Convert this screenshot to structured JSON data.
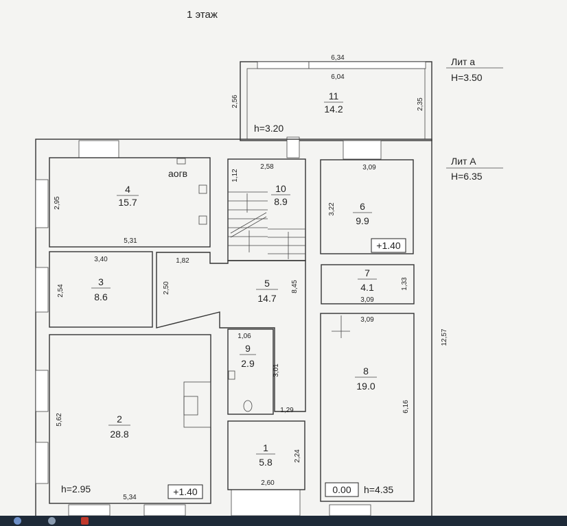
{
  "floor_title": "1 этаж",
  "lit_a_small": {
    "name": "Лит а",
    "height": "H=3.50"
  },
  "lit_a_big": {
    "name": "Лит А",
    "height": "H=6.35"
  },
  "rooms": [
    {
      "num": "11",
      "area": "14.2"
    },
    {
      "num": "4",
      "area": "15.7"
    },
    {
      "num": "10",
      "area": "8.9"
    },
    {
      "num": "6",
      "area": "9.9"
    },
    {
      "num": "3",
      "area": "8.6"
    },
    {
      "num": "5",
      "area": "14.7"
    },
    {
      "num": "7",
      "area": "4.1"
    },
    {
      "num": "9",
      "area": "2.9"
    },
    {
      "num": "8",
      "area": "19.0"
    },
    {
      "num": "2",
      "area": "28.8"
    },
    {
      "num": "1",
      "area": "5.8"
    }
  ],
  "dimensions": {
    "d634": "6,34",
    "d604": "6,04",
    "d256": "2,56",
    "d235": "2,35",
    "d258": "2,58",
    "d112": "1,12",
    "d309a": "3,09",
    "d322": "3,22",
    "d295": "2,95",
    "d531": "5,31",
    "d340": "3,40",
    "d182": "1,82",
    "d254": "2,54",
    "d250": "2,50",
    "d845": "8,45",
    "d133": "1,33",
    "d309b": "3,09",
    "d309c": "3,09",
    "d106": "1,06",
    "d301": "3,01",
    "d1257": "12,57",
    "d616": "6,16",
    "d129": "1,29",
    "d562": "5,62",
    "d224": "2,24",
    "d534": "5,34",
    "d260": "2,60"
  },
  "labels": {
    "aogv": "аогв",
    "h320": "h=3.20",
    "h295": "h=2.95",
    "h435": "h=4.35",
    "level_plus_6": "+1.40",
    "level_plus_2": "+1.40",
    "level_zero": "0.00"
  },
  "colors": {
    "paper": "#f4f4f2",
    "line": "#333333",
    "taskbar": "#1e2a38"
  }
}
